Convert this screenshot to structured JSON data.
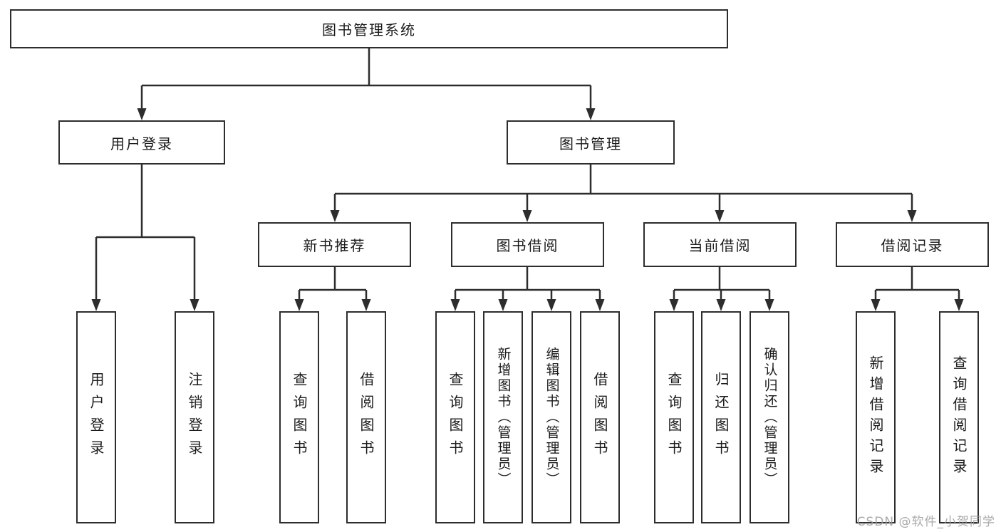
{
  "tree": {
    "root": {
      "label": "图书管理系统"
    },
    "branches": [
      {
        "label": "用户登录",
        "children": [
          {
            "label": "用户登录"
          },
          {
            "label": "注销登录"
          }
        ]
      },
      {
        "label": "图书管理",
        "children": [
          {
            "label": "新书推荐",
            "children": [
              {
                "label": "查询图书"
              },
              {
                "label": "借阅图书"
              }
            ]
          },
          {
            "label": "图书借阅",
            "children": [
              {
                "label": "查询图书"
              },
              {
                "label": "新增图书（管理员）"
              },
              {
                "label": "编辑图书（管理员）"
              },
              {
                "label": "借阅图书"
              }
            ]
          },
          {
            "label": "当前借阅",
            "children": [
              {
                "label": "查询图书"
              },
              {
                "label": "归还图书"
              },
              {
                "label": "确认归还（管理员）"
              }
            ]
          },
          {
            "label": "借阅记录",
            "children": [
              {
                "label": "新增借阅记录"
              },
              {
                "label": "查询借阅记录"
              }
            ]
          }
        ]
      }
    ]
  },
  "watermark": {
    "text": "CSDN @软件_小贺同学"
  },
  "colors": {
    "line": "#2d2d2d",
    "text": "#1b1b1b",
    "background": "#ffffff",
    "watermark": "#9e9e9e"
  }
}
